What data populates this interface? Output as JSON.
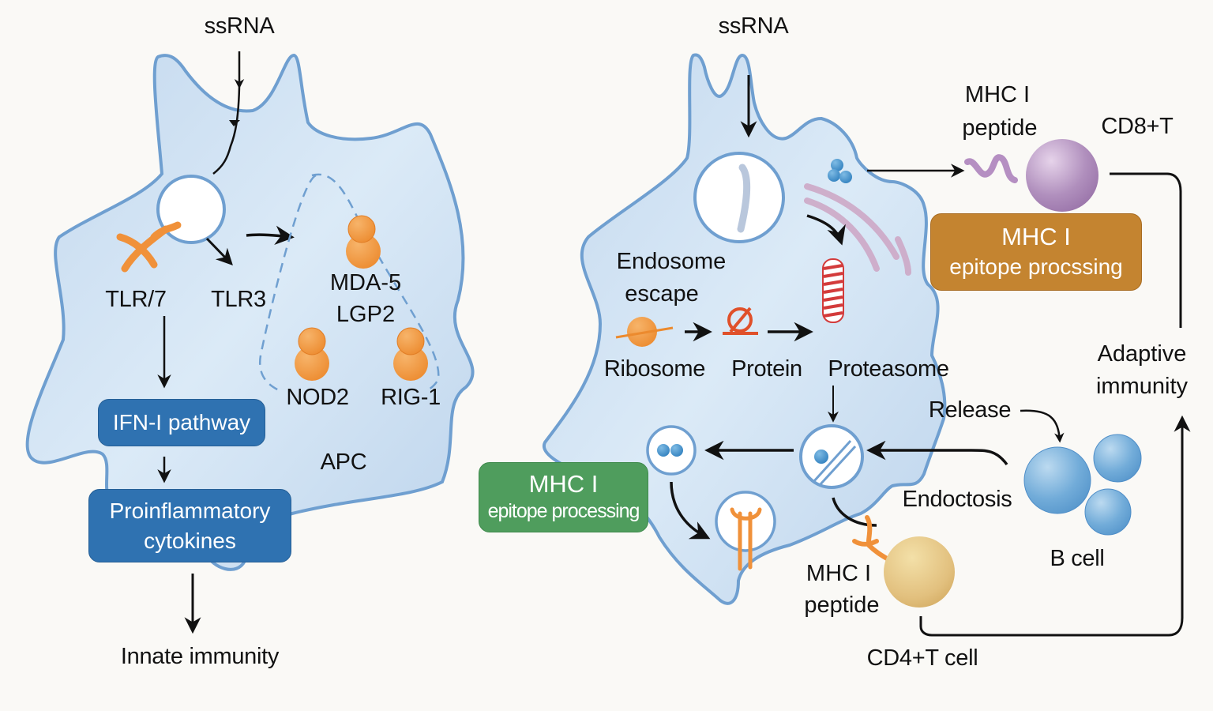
{
  "left_panel": {
    "input_label": "ssRNA",
    "receptors": {
      "tlr7": "TLR/7",
      "tlr3": "TLR3",
      "mda5_lgp2": [
        "MDA-5",
        "LGP2"
      ],
      "nod2": "NOD2",
      "rig1": "RIG-1"
    },
    "cell_label": "APC",
    "ifn_box": "IFN-I pathway",
    "cytokine_box": [
      "Proinflammatory",
      "cytokines"
    ],
    "output_label": "Innate immunity"
  },
  "right_panel": {
    "input_label": "ssRNA",
    "endosome_escape": [
      "Endosome",
      "escape"
    ],
    "ribosome": "Ribosome",
    "protein": "Protein",
    "proteasome": "Proteasome",
    "mhc1_peptide_top": [
      "MHC I",
      "peptide"
    ],
    "cd8_label": "CD8+T",
    "mhc1_orange_box": [
      "MHC I",
      "epitope procssing"
    ],
    "adaptive_label": [
      "Adaptive",
      "immunity"
    ],
    "release_label": "Release",
    "endocytosis_label": "Endoctosis",
    "bcell_label": "B cell",
    "mhc1_green_box": [
      "MHC I",
      "epitope processing"
    ],
    "mhc1_peptide_bottom": [
      "MHC I",
      "peptide"
    ],
    "cd4_label": "CD4+T cell"
  },
  "colors": {
    "cell_fill": "#cfe1f2",
    "cell_stroke": "#6f9fd0",
    "receptor_orange": "#f0913a",
    "box_blue": "#2f72b1",
    "box_orange": "#c48430",
    "box_green": "#4f9d5d",
    "cd8_purple": "#a57fb4",
    "bcell_blue": "#6aa8d8",
    "cd4_tan": "#e1c07f"
  }
}
